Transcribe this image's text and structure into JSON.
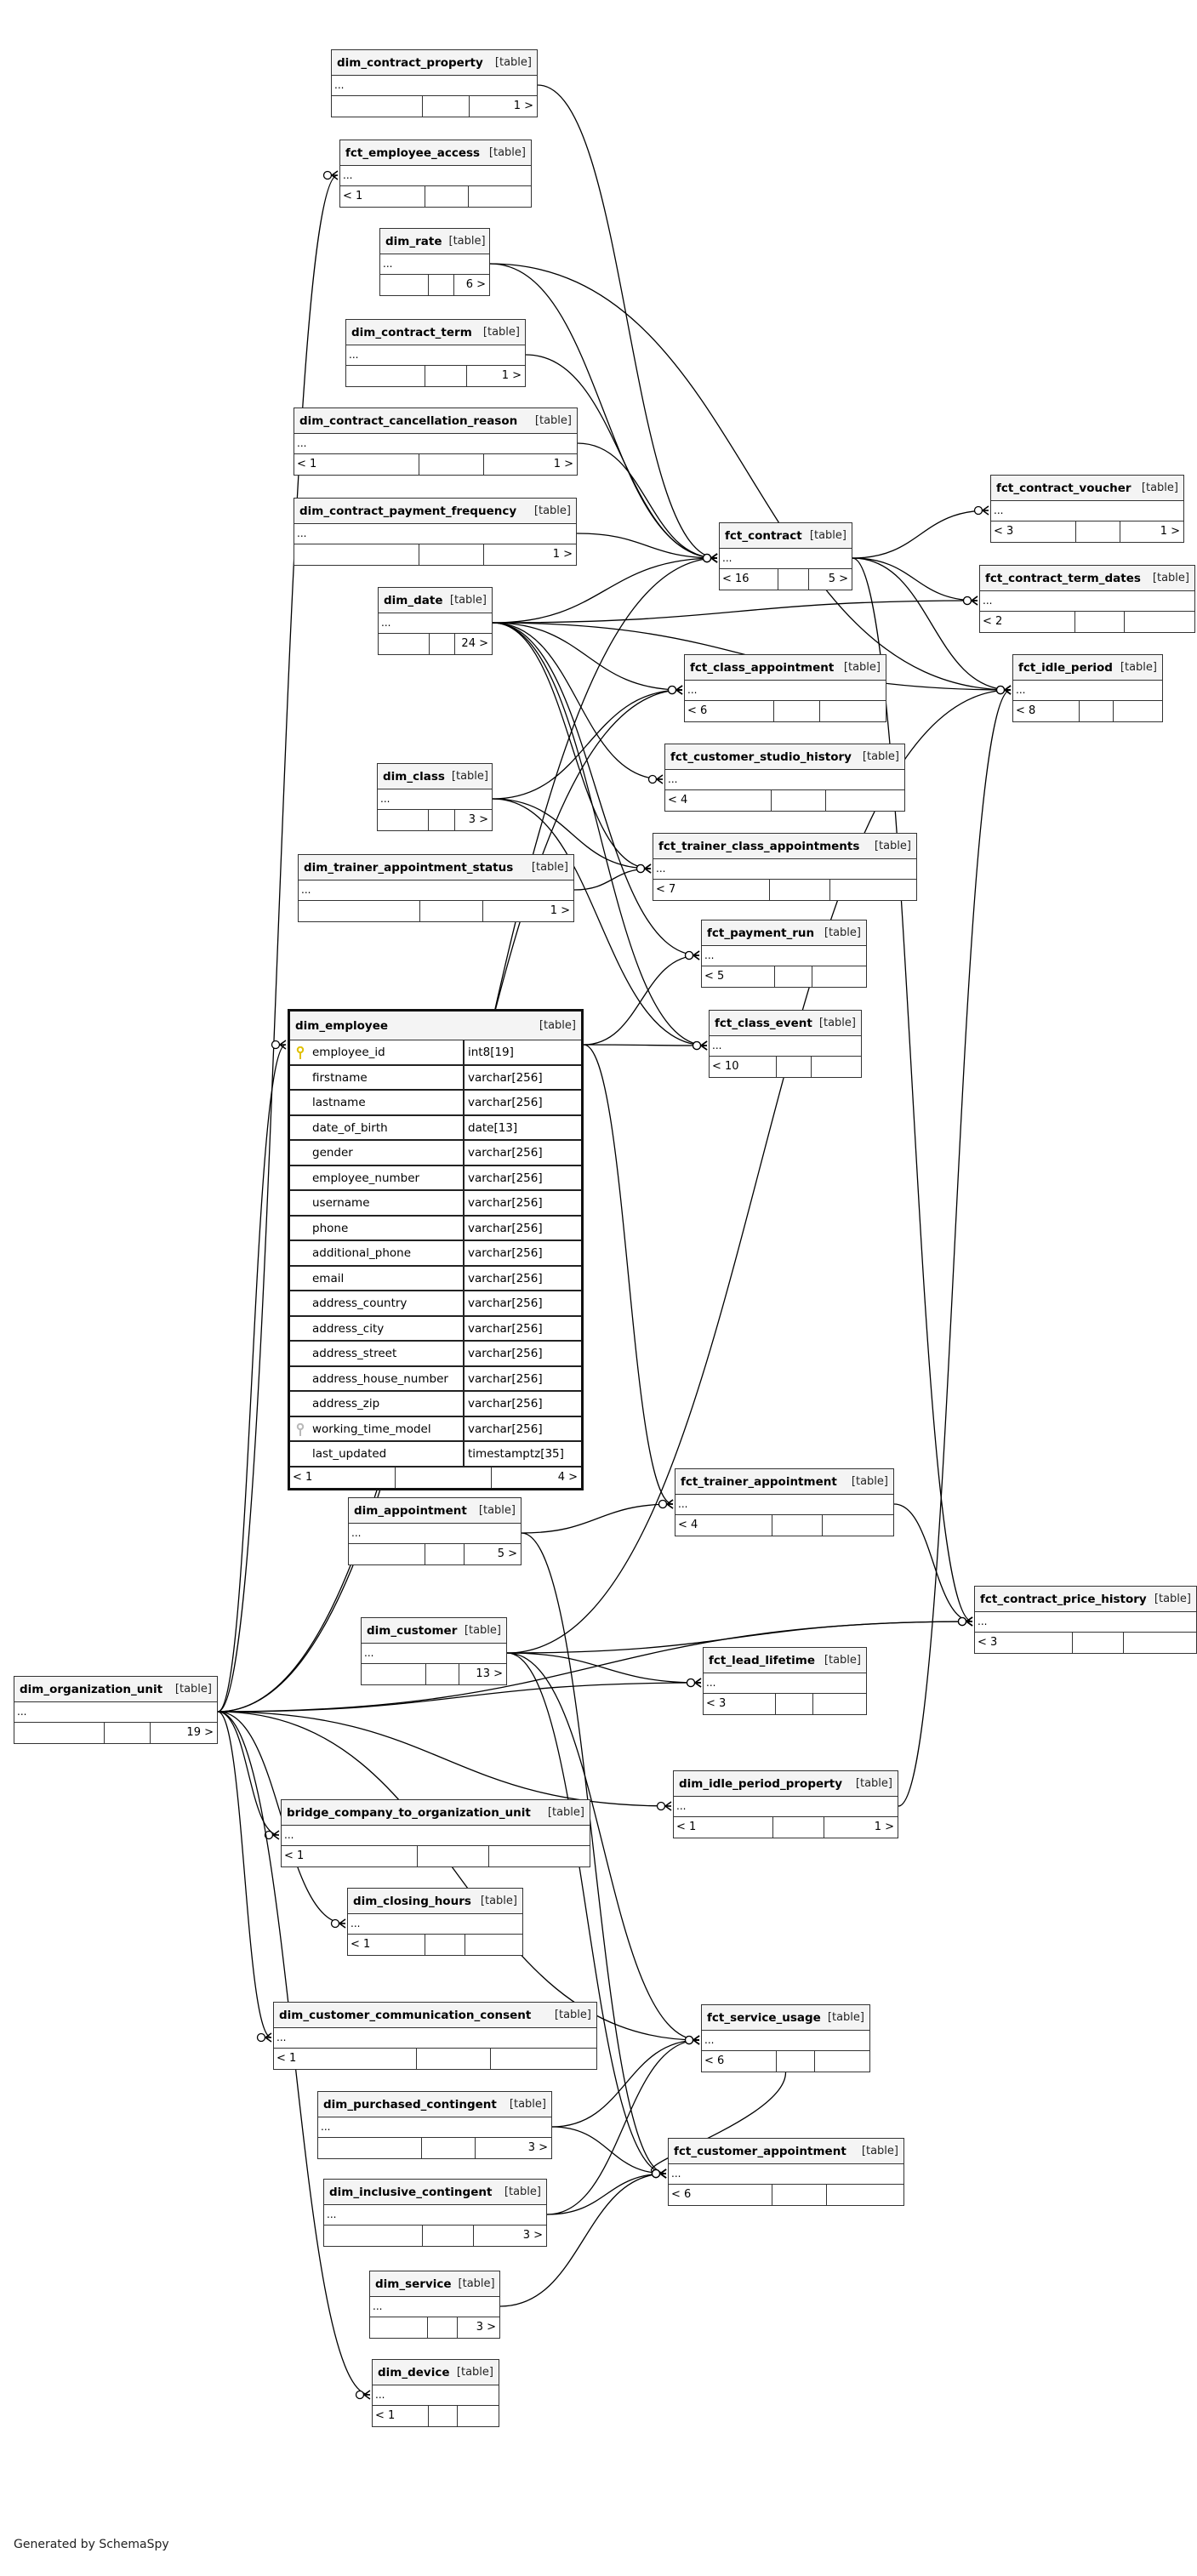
{
  "diagram": {
    "generator_note": "Generated by SchemaSpy",
    "colors": {
      "header_bg": "#f4f4f4",
      "border": "#333333",
      "primary_key": "#e0c000",
      "foreign_key": "#b8b8b8",
      "edge": "#000000"
    },
    "tables": [
      {
        "id": "dim_contract_property",
        "name": "dim_contract_property",
        "type": "[table]",
        "body": "...",
        "children_in": "",
        "parents_out": "1 >"
      },
      {
        "id": "fct_employee_access",
        "name": "fct_employee_access",
        "type": "[table]",
        "body": "...",
        "children_in": "< 1",
        "parents_out": ""
      },
      {
        "id": "dim_rate",
        "name": "dim_rate",
        "type": "[table]",
        "body": "...",
        "children_in": "",
        "parents_out": "6 >"
      },
      {
        "id": "dim_contract_term",
        "name": "dim_contract_term",
        "type": "[table]",
        "body": "...",
        "children_in": "",
        "parents_out": "1 >"
      },
      {
        "id": "dim_contract_cancellation_reason",
        "name": "dim_contract_cancellation_reason",
        "type": "[table]",
        "body": "...",
        "children_in": "< 1",
        "parents_out": "1 >"
      },
      {
        "id": "dim_contract_payment_frequency",
        "name": "dim_contract_payment_frequency",
        "type": "[table]",
        "body": "...",
        "children_in": "",
        "parents_out": "1 >"
      },
      {
        "id": "dim_date",
        "name": "dim_date",
        "type": "[table]",
        "body": "...",
        "children_in": "",
        "parents_out": "24 >"
      },
      {
        "id": "fct_contract",
        "name": "fct_contract",
        "type": "[table]",
        "body": "...",
        "children_in": "< 16",
        "parents_out": "5 >"
      },
      {
        "id": "fct_contract_voucher",
        "name": "fct_contract_voucher",
        "type": "[table]",
        "body": "...",
        "children_in": "< 3",
        "parents_out": "1 >"
      },
      {
        "id": "fct_contract_term_dates",
        "name": "fct_contract_term_dates",
        "type": "[table]",
        "body": "...",
        "children_in": "< 2",
        "parents_out": ""
      },
      {
        "id": "fct_idle_period",
        "name": "fct_idle_period",
        "type": "[table]",
        "body": "...",
        "children_in": "< 8",
        "parents_out": ""
      },
      {
        "id": "fct_class_appointment",
        "name": "fct_class_appointment",
        "type": "[table]",
        "body": "...",
        "children_in": "< 6",
        "parents_out": ""
      },
      {
        "id": "fct_customer_studio_history",
        "name": "fct_customer_studio_history",
        "type": "[table]",
        "body": "...",
        "children_in": "< 4",
        "parents_out": ""
      },
      {
        "id": "dim_class",
        "name": "dim_class",
        "type": "[table]",
        "body": "...",
        "children_in": "",
        "parents_out": "3 >"
      },
      {
        "id": "fct_trainer_class_appointments",
        "name": "fct_trainer_class_appointments",
        "type": "[table]",
        "body": "...",
        "children_in": "< 7",
        "parents_out": ""
      },
      {
        "id": "dim_trainer_appointment_status",
        "name": "dim_trainer_appointment_status",
        "type": "[table]",
        "body": "...",
        "children_in": "",
        "parents_out": "1 >"
      },
      {
        "id": "fct_payment_run",
        "name": "fct_payment_run",
        "type": "[table]",
        "body": "...",
        "children_in": "< 5",
        "parents_out": ""
      },
      {
        "id": "fct_class_event",
        "name": "fct_class_event",
        "type": "[table]",
        "body": "...",
        "children_in": "< 10",
        "parents_out": ""
      },
      {
        "id": "fct_trainer_appointment",
        "name": "fct_trainer_appointment",
        "type": "[table]",
        "body": "...",
        "children_in": "< 4",
        "parents_out": ""
      },
      {
        "id": "dim_appointment",
        "name": "dim_appointment",
        "type": "[table]",
        "body": "...",
        "children_in": "",
        "parents_out": "5 >"
      },
      {
        "id": "fct_contract_price_history",
        "name": "fct_contract_price_history",
        "type": "[table]",
        "body": "...",
        "children_in": "< 3",
        "parents_out": ""
      },
      {
        "id": "dim_customer",
        "name": "dim_customer",
        "type": "[table]",
        "body": "...",
        "children_in": "",
        "parents_out": "13 >"
      },
      {
        "id": "fct_lead_lifetime",
        "name": "fct_lead_lifetime",
        "type": "[table]",
        "body": "...",
        "children_in": "< 3",
        "parents_out": ""
      },
      {
        "id": "dim_organization_unit",
        "name": "dim_organization_unit",
        "type": "[table]",
        "body": "...",
        "children_in": "",
        "parents_out": "19 >"
      },
      {
        "id": "dim_idle_period_property",
        "name": "dim_idle_period_property",
        "type": "[table]",
        "body": "...",
        "children_in": "< 1",
        "parents_out": "1 >"
      },
      {
        "id": "bridge_company_to_organization_unit",
        "name": "bridge_company_to_organization_unit",
        "type": "[table]",
        "body": "...",
        "children_in": "< 1",
        "parents_out": ""
      },
      {
        "id": "dim_closing_hours",
        "name": "dim_closing_hours",
        "type": "[table]",
        "body": "...",
        "children_in": "< 1",
        "parents_out": ""
      },
      {
        "id": "dim_customer_communication_consent",
        "name": "dim_customer_communication_consent",
        "type": "[table]",
        "body": "...",
        "children_in": "< 1",
        "parents_out": ""
      },
      {
        "id": "fct_service_usage",
        "name": "fct_service_usage",
        "type": "[table]",
        "body": "...",
        "children_in": "< 6",
        "parents_out": ""
      },
      {
        "id": "dim_purchased_contingent",
        "name": "dim_purchased_contingent",
        "type": "[table]",
        "body": "...",
        "children_in": "",
        "parents_out": "3 >"
      },
      {
        "id": "fct_customer_appointment",
        "name": "fct_customer_appointment",
        "type": "[table]",
        "body": "...",
        "children_in": "< 6",
        "parents_out": ""
      },
      {
        "id": "dim_inclusive_contingent",
        "name": "dim_inclusive_contingent",
        "type": "[table]",
        "body": "...",
        "children_in": "",
        "parents_out": "3 >"
      },
      {
        "id": "dim_service",
        "name": "dim_service",
        "type": "[table]",
        "body": "...",
        "children_in": "",
        "parents_out": "3 >"
      },
      {
        "id": "dim_device",
        "name": "dim_device",
        "type": "[table]",
        "body": "...",
        "children_in": "< 1",
        "parents_out": ""
      }
    ],
    "focus_table": {
      "name": "dim_employee",
      "type": "[table]",
      "columns": [
        {
          "name": "employee_id",
          "type": "int8[19]",
          "key": "primary"
        },
        {
          "name": "firstname",
          "type": "varchar[256]",
          "key": ""
        },
        {
          "name": "lastname",
          "type": "varchar[256]",
          "key": ""
        },
        {
          "name": "date_of_birth",
          "type": "date[13]",
          "key": ""
        },
        {
          "name": "gender",
          "type": "varchar[256]",
          "key": ""
        },
        {
          "name": "employee_number",
          "type": "varchar[256]",
          "key": ""
        },
        {
          "name": "username",
          "type": "varchar[256]",
          "key": ""
        },
        {
          "name": "phone",
          "type": "varchar[256]",
          "key": ""
        },
        {
          "name": "additional_phone",
          "type": "varchar[256]",
          "key": ""
        },
        {
          "name": "email",
          "type": "varchar[256]",
          "key": ""
        },
        {
          "name": "address_country",
          "type": "varchar[256]",
          "key": ""
        },
        {
          "name": "address_city",
          "type": "varchar[256]",
          "key": ""
        },
        {
          "name": "address_street",
          "type": "varchar[256]",
          "key": ""
        },
        {
          "name": "address_house_number",
          "type": "varchar[256]",
          "key": ""
        },
        {
          "name": "address_zip",
          "type": "varchar[256]",
          "key": ""
        },
        {
          "name": "working_time_model",
          "type": "varchar[256]",
          "key": "foreign"
        },
        {
          "name": "last_updated",
          "type": "timestamptz[35]",
          "key": ""
        }
      ],
      "children_in": "< 1",
      "parents_out": "4 >"
    },
    "relationships": [
      [
        "dim_contract_property",
        "fct_contract"
      ],
      [
        "dim_rate",
        "fct_contract"
      ],
      [
        "dim_rate",
        "fct_idle_period"
      ],
      [
        "dim_contract_term",
        "fct_contract"
      ],
      [
        "dim_contract_cancellation_reason",
        "fct_contract"
      ],
      [
        "dim_contract_payment_frequency",
        "fct_contract"
      ],
      [
        "dim_date",
        "fct_contract"
      ],
      [
        "dim_date",
        "fct_class_appointment"
      ],
      [
        "dim_date",
        "fct_customer_studio_history"
      ],
      [
        "dim_date",
        "fct_trainer_class_appointments"
      ],
      [
        "dim_date",
        "fct_payment_run"
      ],
      [
        "dim_date",
        "fct_class_event"
      ],
      [
        "dim_date",
        "fct_idle_period"
      ],
      [
        "dim_date",
        "fct_contract_term_dates"
      ],
      [
        "fct_contract",
        "fct_contract_voucher"
      ],
      [
        "fct_contract",
        "fct_contract_term_dates"
      ],
      [
        "fct_contract",
        "fct_idle_period"
      ],
      [
        "fct_contract",
        "fct_contract_price_history"
      ],
      [
        "dim_class",
        "fct_class_appointment"
      ],
      [
        "dim_class",
        "fct_trainer_class_appointments"
      ],
      [
        "dim_class",
        "fct_class_event"
      ],
      [
        "dim_trainer_appointment_status",
        "fct_trainer_class_appointments"
      ],
      [
        "dim_employee",
        "fct_class_event"
      ],
      [
        "dim_employee",
        "fct_trainer_appointment"
      ],
      [
        "dim_employee",
        "fct_payment_run"
      ],
      [
        "dim_appointment",
        "fct_trainer_appointment"
      ],
      [
        "dim_appointment",
        "fct_customer_appointment"
      ],
      [
        "dim_customer",
        "fct_lead_lifetime"
      ],
      [
        "dim_customer",
        "fct_contract_price_history"
      ],
      [
        "dim_customer",
        "fct_service_usage"
      ],
      [
        "dim_customer",
        "fct_customer_appointment"
      ],
      [
        "dim_customer",
        "fct_idle_period"
      ],
      [
        "dim_organization_unit",
        "fct_employee_access"
      ],
      [
        "dim_organization_unit",
        "dim_employee"
      ],
      [
        "dim_organization_unit",
        "bridge_company_to_organization_unit"
      ],
      [
        "dim_organization_unit",
        "dim_closing_hours"
      ],
      [
        "dim_organization_unit",
        "dim_customer_communication_consent"
      ],
      [
        "dim_organization_unit",
        "dim_device"
      ],
      [
        "dim_organization_unit",
        "fct_service_usage"
      ],
      [
        "dim_organization_unit",
        "dim_idle_period_property"
      ],
      [
        "dim_organization_unit",
        "fct_contract"
      ],
      [
        "dim_organization_unit",
        "fct_class_appointment"
      ],
      [
        "dim_organization_unit",
        "fct_lead_lifetime"
      ],
      [
        "dim_organization_unit",
        "fct_contract_price_history"
      ],
      [
        "dim_idle_period_property",
        "fct_idle_period"
      ],
      [
        "fct_trainer_appointment",
        "fct_contract_price_history"
      ],
      [
        "dim_purchased_contingent",
        "fct_service_usage"
      ],
      [
        "dim_purchased_contingent",
        "fct_customer_appointment"
      ],
      [
        "dim_inclusive_contingent",
        "fct_service_usage"
      ],
      [
        "dim_inclusive_contingent",
        "fct_customer_appointment"
      ],
      [
        "dim_service",
        "fct_customer_appointment"
      ],
      [
        "fct_service_usage",
        "fct_customer_appointment"
      ]
    ]
  }
}
